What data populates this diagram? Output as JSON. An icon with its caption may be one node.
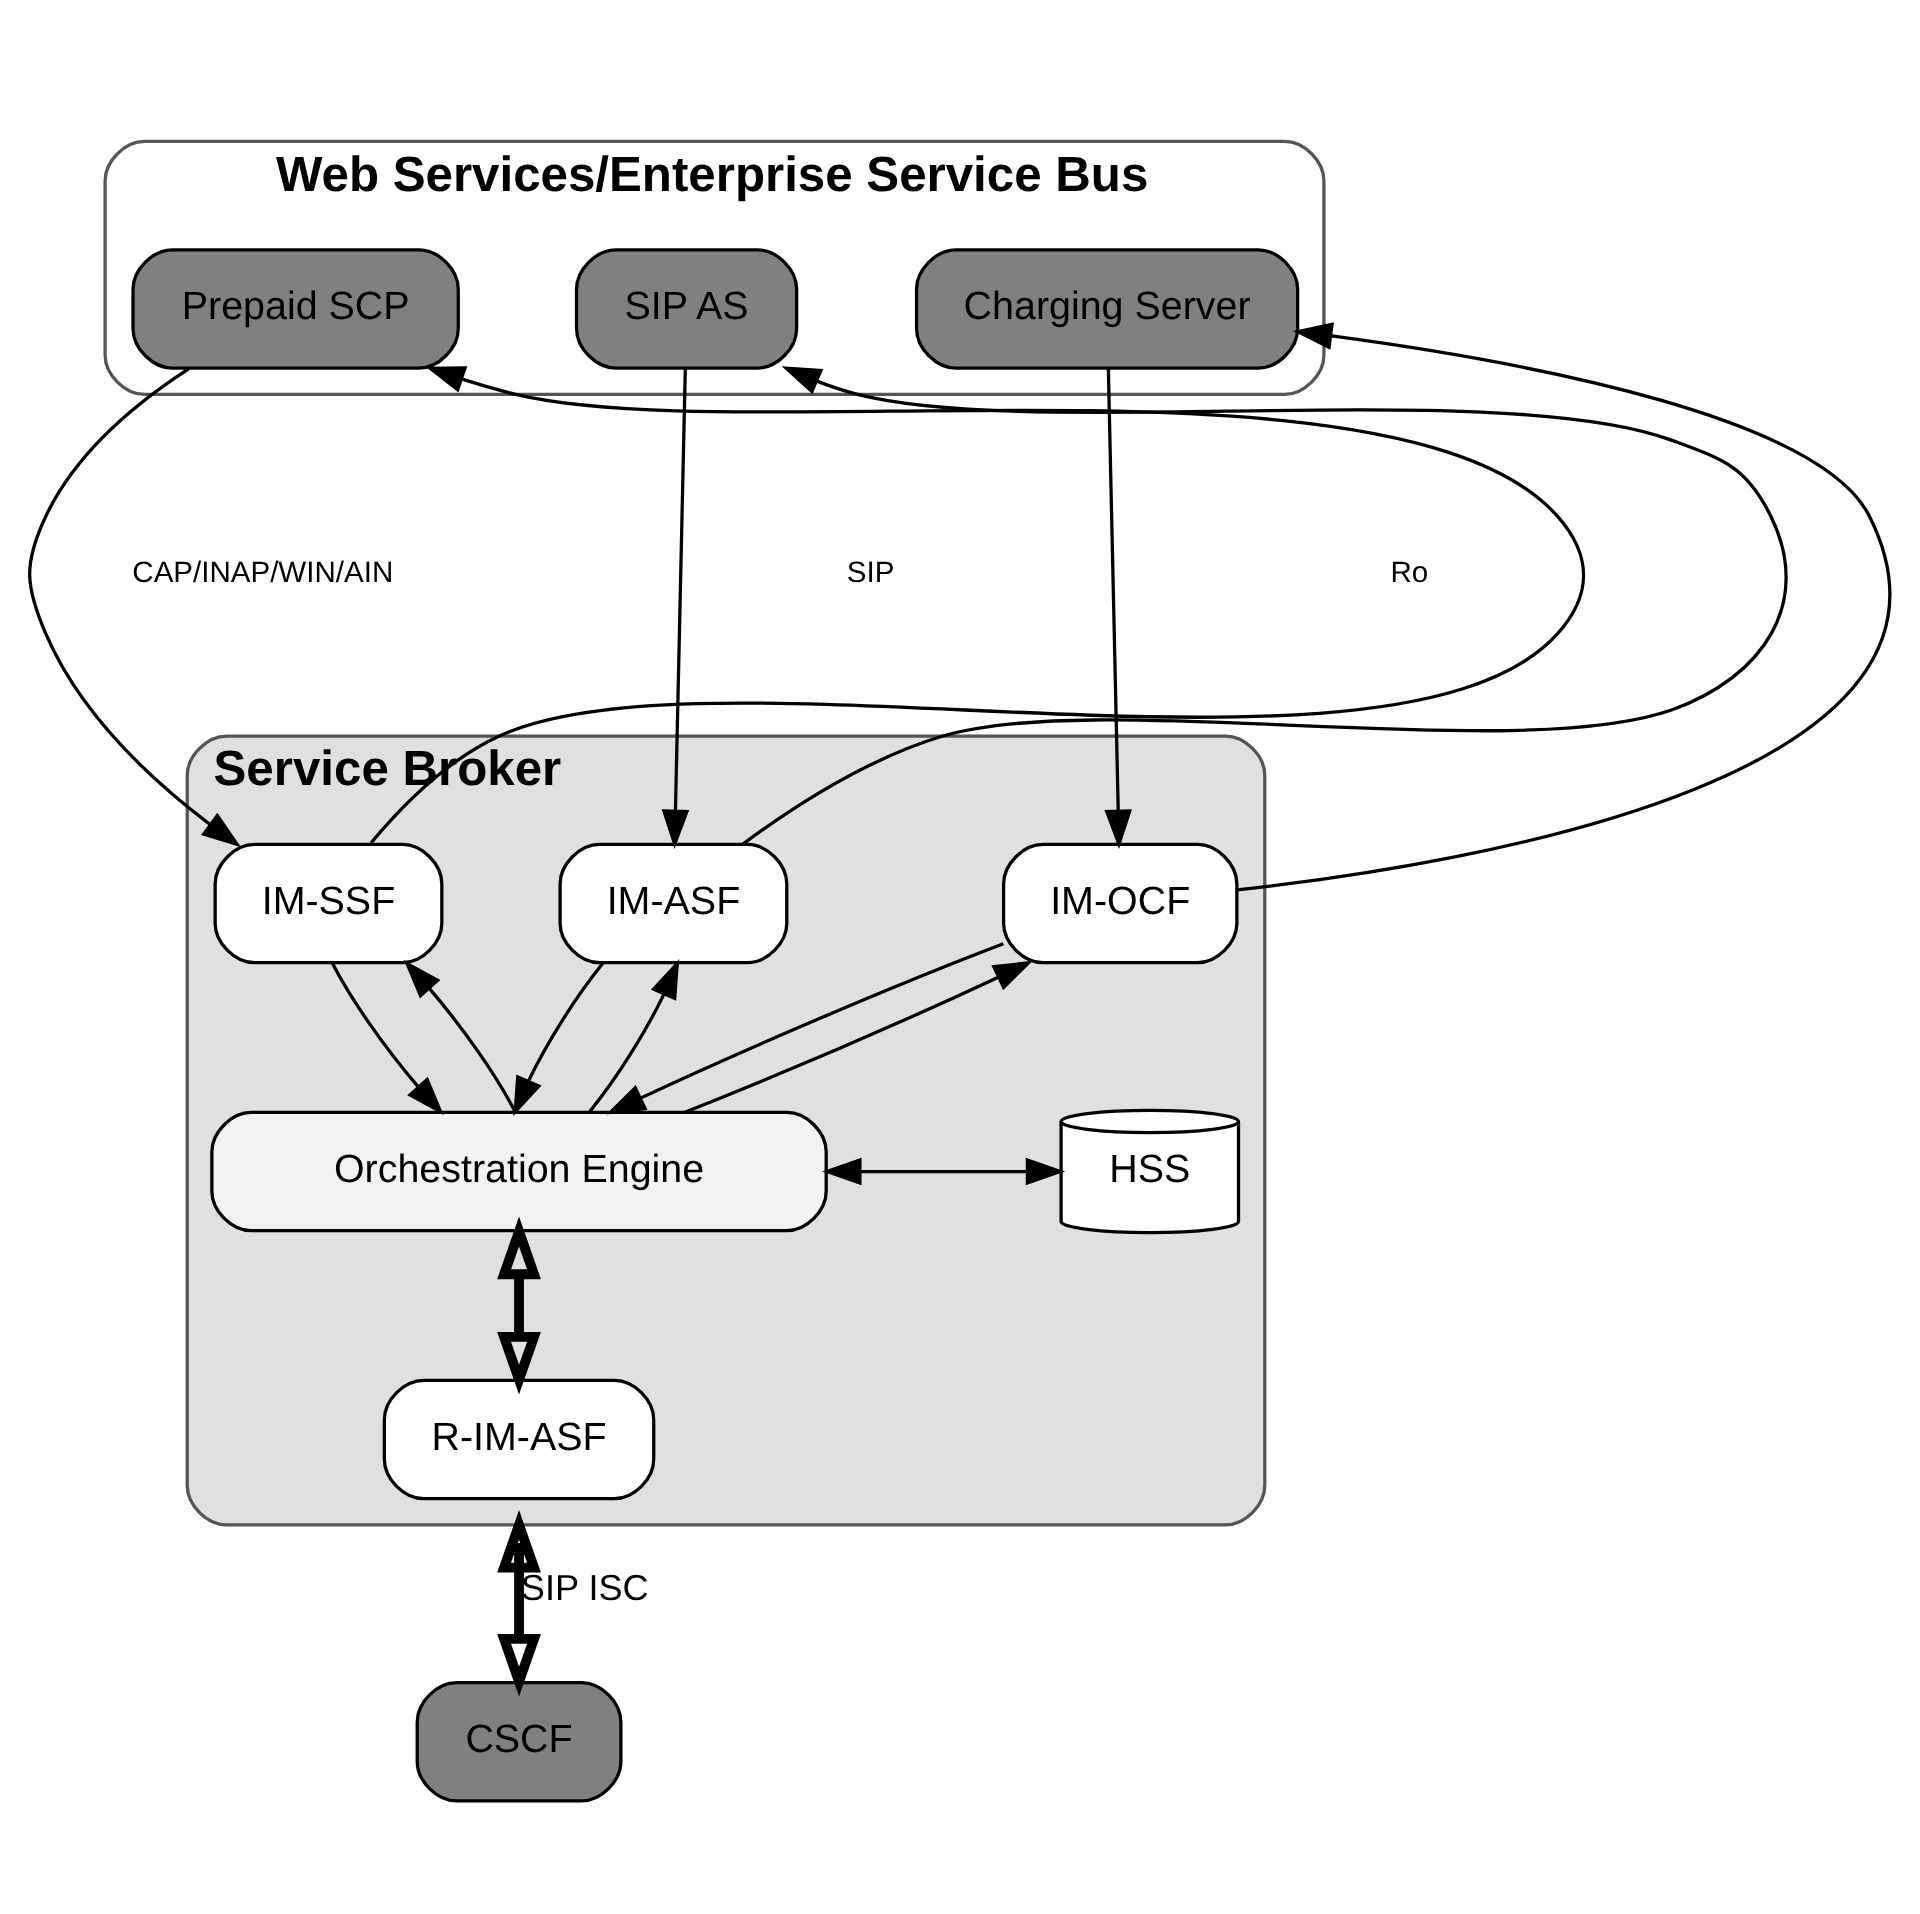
{
  "diagram": {
    "nodes": [
      {
        "text": [
          "Web Services/Enterprise Service Bus"
        ]
      },
      {
        "text": [
          "Prepaid SCP"
        ],
        "in": 0
      },
      {
        "text": [
          "SIP AS"
        ],
        "in": 0
      },
      {
        "text": [
          "Charging Server"
        ],
        "in": 0
      },
      {
        "text": [
          "Service Broker"
        ]
      },
      {
        "text": [
          "IM-SSF"
        ],
        "in": 4
      },
      {
        "text": [
          "IM-ASF"
        ],
        "in": 4
      },
      {
        "text": [
          "IM-OCF"
        ],
        "in": 4
      },
      {
        "text": [
          "Orchestration Engine"
        ],
        "in": 4
      },
      {
        "text": [
          "HSS"
        ],
        "in": 4
      },
      {
        "text": [
          "R-IM-ASF"
        ],
        "in": 4
      },
      {
        "text": [
          "CSCF"
        ]
      }
    ],
    "edges": [
      {
        "from": 5,
        "to": 1,
        "arrow": "to"
      },
      {
        "from": 1,
        "to": 5,
        "arrow": "to"
      },
      {
        "from": 6,
        "to": 2,
        "arrow": "to"
      },
      {
        "from": 2,
        "to": 6,
        "arrow": "to"
      },
      {
        "from": 7,
        "to": 3,
        "arrow": "to"
      },
      {
        "from": 3,
        "to": 7,
        "arrow": "to"
      },
      {
        "from": 8,
        "to": 5,
        "arrow": "to"
      },
      {
        "from": 5,
        "to": 8,
        "arrow": "to"
      },
      {
        "from": 8,
        "to": 6,
        "arrow": "to"
      },
      {
        "from": 6,
        "to": 8,
        "arrow": "to"
      },
      {
        "from": 8,
        "to": 7,
        "arrow": "to"
      },
      {
        "from": 7,
        "to": 8,
        "arrow": "to"
      },
      {
        "from": 8,
        "to": 9,
        "arrow": "both"
      },
      {
        "from": 8,
        "to": 10,
        "arrow": "both",
        "style": "thick"
      },
      {
        "from": 4,
        "to": 11,
        "arrow": "both",
        "style": "thick",
        "label": "SIP ISC"
      }
    ],
    "labels": [
      "CAP/INAP/WIN/AIN",
      "SIP",
      "Ro"
    ]
  }
}
